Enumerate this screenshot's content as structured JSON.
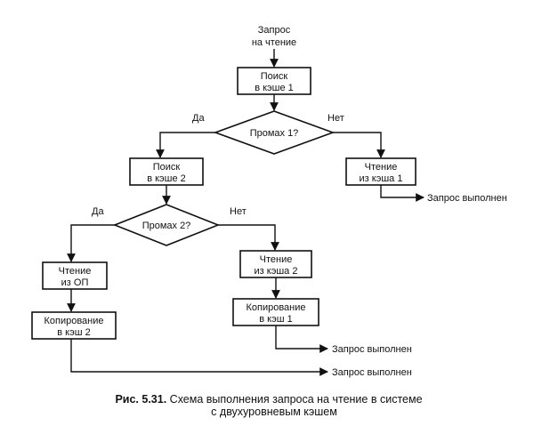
{
  "nodes": {
    "start": [
      "Запрос",
      "на чтение"
    ],
    "search_l1": [
      "Поиск",
      "в кэше 1"
    ],
    "miss_l1": "Промах 1?",
    "search_l2": [
      "Поиск",
      "в кэше 2"
    ],
    "read_l1": [
      "Чтение",
      "из кэша 1"
    ],
    "miss_l2": "Промах 2?",
    "read_mem": [
      "Чтение",
      "из ОП"
    ],
    "read_l2": [
      "Чтение",
      "из кэша 2"
    ],
    "copy_l2": [
      "Копирование",
      "в кэш 2"
    ],
    "copy_l1": [
      "Копирование",
      "в кэш 1"
    ]
  },
  "branches": {
    "yes": "Да",
    "no": "Нет"
  },
  "outcomes": {
    "done_1": "Запрос выполнен",
    "done_2": "Запрос выполнен",
    "done_3": "Запрос выполнен"
  },
  "caption": {
    "label": "Рис. 5.31.",
    "text_line1": "Схема выполнения запроса на чтение в системе",
    "text_line2": "с двухуровневым кэшем"
  }
}
